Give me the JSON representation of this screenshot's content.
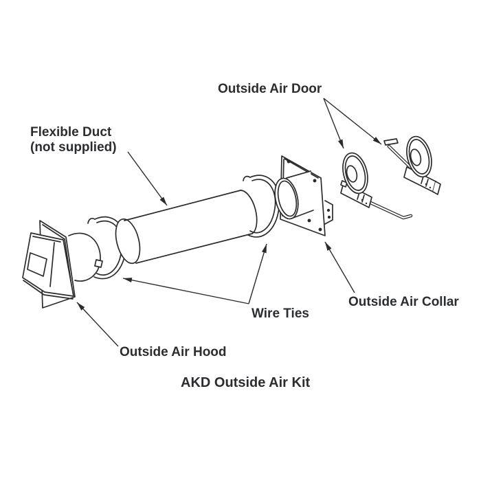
{
  "diagram": {
    "caption": "AKD Outside Air Kit",
    "labels": {
      "flexible_duct": {
        "line1": "Flexible Duct",
        "line2": "(not supplied)"
      },
      "outside_air_door": "Outside Air Door",
      "wire_ties": "Wire Ties",
      "outside_air_collar": "Outside Air Collar",
      "outside_air_hood": "Outside Air Hood"
    },
    "colors": {
      "line": "#2b2b2c",
      "text": "#2b2d30",
      "background": "#ffffff"
    }
  }
}
